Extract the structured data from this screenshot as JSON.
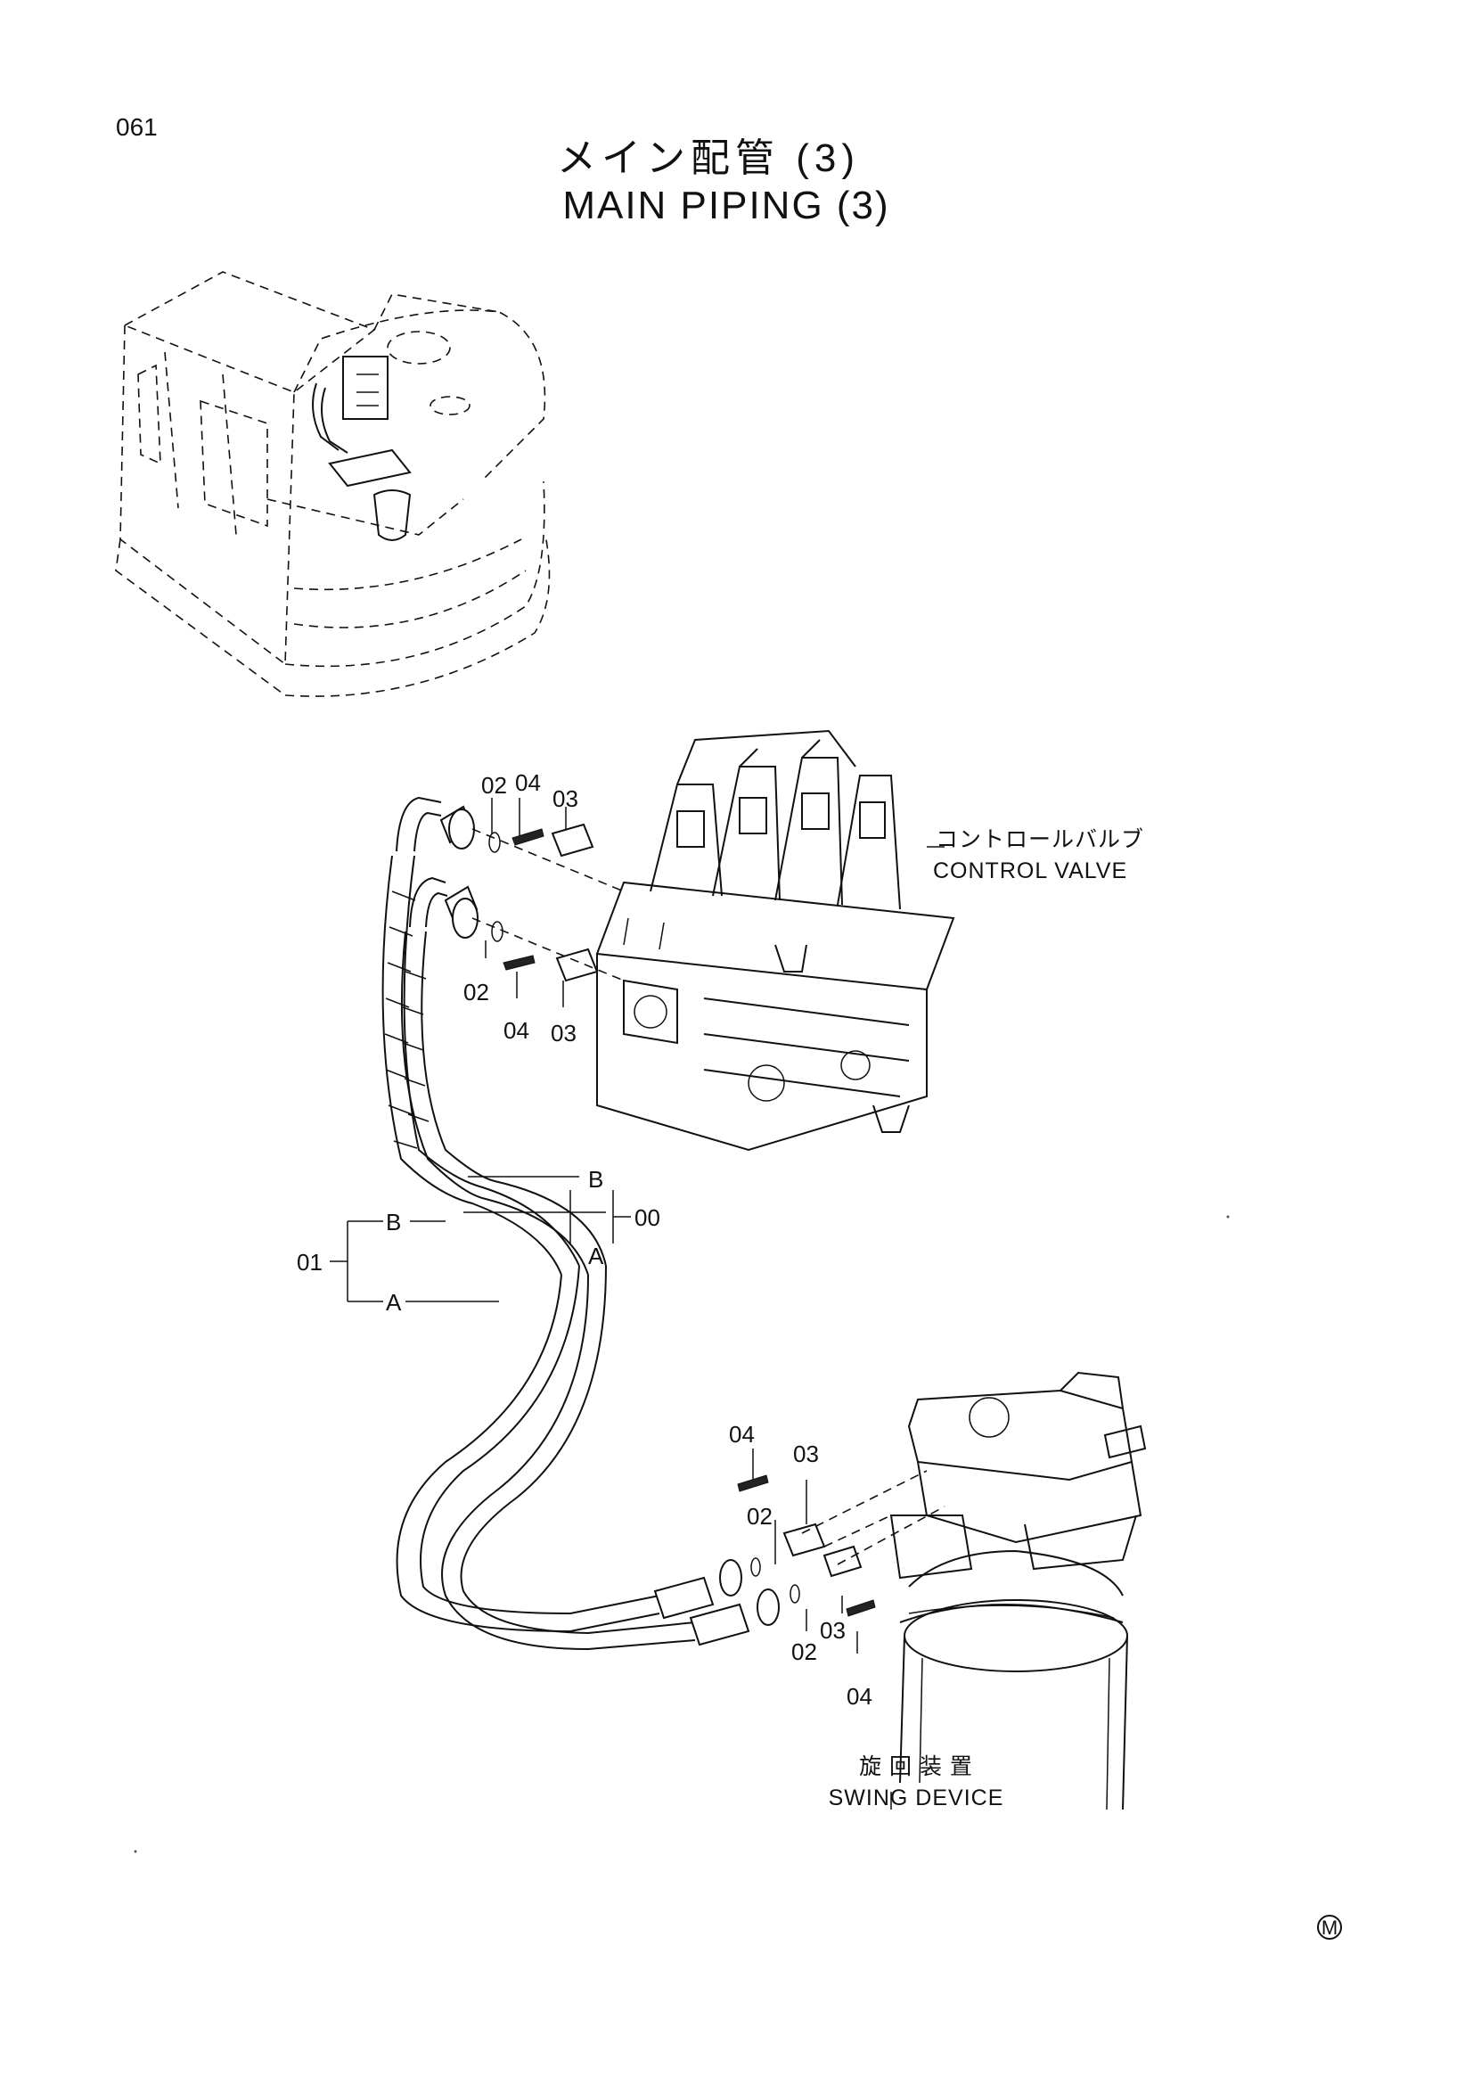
{
  "page_number": "061",
  "title": {
    "japanese": "メイン配管 (3)",
    "english": "MAIN PIPING (3)"
  },
  "components": {
    "control_valve": {
      "japanese": "コントロールバルブ",
      "english": "CONTROL VALVE"
    },
    "swing_device": {
      "japanese": "旋 回 装 置",
      "english": "SWING DEVICE"
    }
  },
  "callouts": {
    "upper_02": "02",
    "upper_04": "04",
    "upper_03": "03",
    "mid_02": "02",
    "mid_04": "04",
    "mid_03": "03",
    "hose_b_right": "B",
    "hose_a_right": "A",
    "assembly_00": "00",
    "hose_b_left": "B",
    "hose_a_left": "A",
    "assembly_01": "01",
    "lower_04_top": "04",
    "lower_03_top": "03",
    "lower_02_left": "02",
    "lower_02_bottom": "02",
    "lower_03_bottom": "03",
    "lower_04_bottom": "04"
  },
  "corner_mark": "M"
}
